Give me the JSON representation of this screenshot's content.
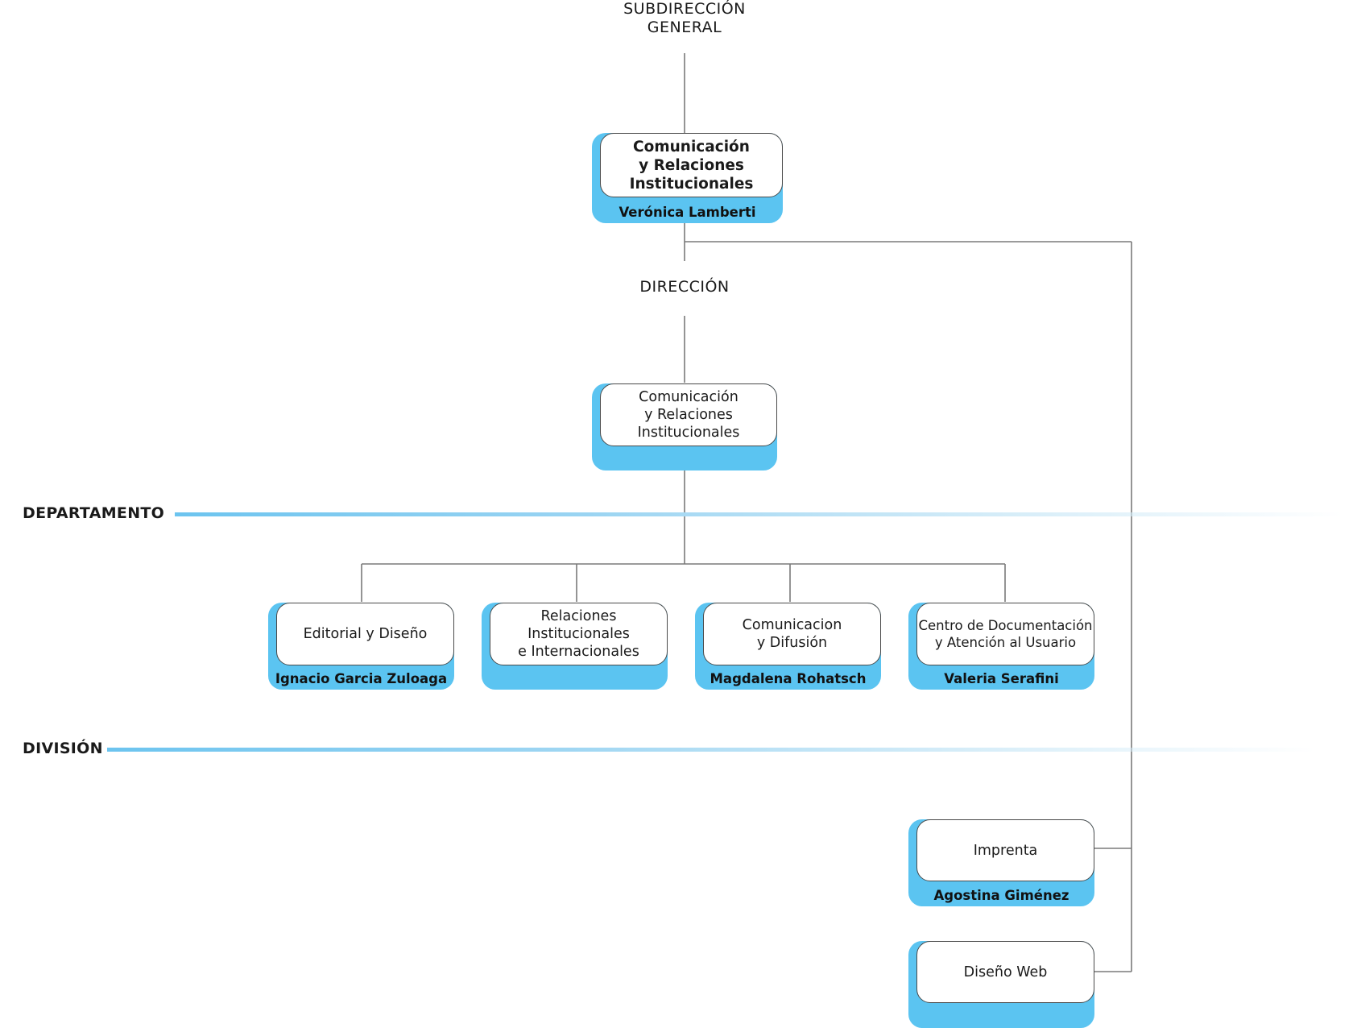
{
  "levels": {
    "subdireccion": [
      "SUBDIRECCIÓN",
      "GENERAL"
    ],
    "direccion": "DIRECCIÓN",
    "departamento": "DEPARTAMENTO",
    "division": "DIVISIÓN"
  },
  "units": {
    "subdireccion_general": {
      "title": [
        "Comunicación",
        "y Relaciones",
        "Institucionales"
      ],
      "head": "Verónica Lamberti"
    },
    "direccion": {
      "title": [
        "Comunicación",
        "y Relaciones",
        "Institucionales"
      ]
    },
    "departamentos": [
      {
        "title": [
          "Editorial y Diseño"
        ],
        "head": "Ignacio Garcia Zuloaga"
      },
      {
        "title": [
          "Relaciones",
          "Institucionales",
          "e Internacionales"
        ],
        "head": ""
      },
      {
        "title": [
          "Comunicacion",
          "y Difusión"
        ],
        "head": "Magdalena Rohatsch"
      },
      {
        "title": [
          "Centro de Documentación",
          "y Atención al Usuario"
        ],
        "head": "Valeria Serafini"
      }
    ],
    "divisiones": [
      {
        "title": [
          "Imprenta"
        ],
        "head": "Agostina Giménez"
      },
      {
        "title": [
          "Diseño Web"
        ],
        "head": ""
      }
    ]
  },
  "colors": {
    "accent": "#5bc4f1",
    "connector": "#7a7a7a",
    "box_border": "#4a4a4a"
  }
}
